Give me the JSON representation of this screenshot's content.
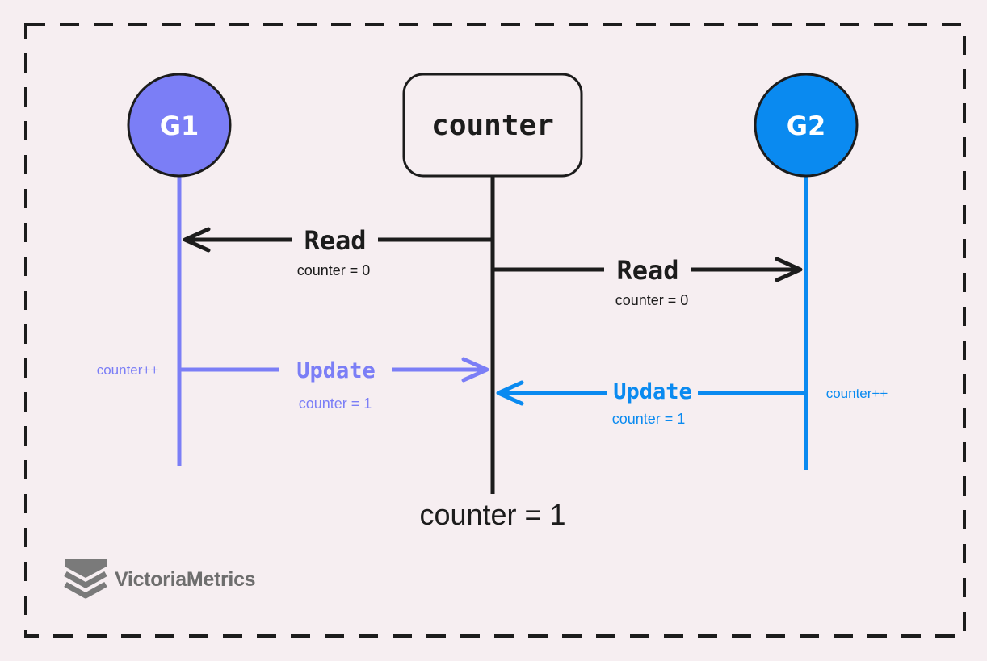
{
  "nodes": {
    "g1": {
      "label": "G1",
      "color": "#7b7ef6"
    },
    "counter": {
      "label": "counter"
    },
    "g2": {
      "label": "G2",
      "color": "#0a8af0"
    }
  },
  "messages": {
    "read_g1": {
      "label": "Read",
      "note": "counter = 0"
    },
    "read_g2": {
      "label": "Read",
      "note": "counter = 0"
    },
    "update_g1": {
      "label": "Update",
      "note": "counter = 1",
      "action": "counter++"
    },
    "update_g2": {
      "label": "Update",
      "note": "counter = 1",
      "action": "counter++"
    }
  },
  "result": "counter = 1",
  "logo": {
    "text": "VictoriaMetrics"
  },
  "colors": {
    "background": "#f6eef1",
    "ink": "#1c1c1c",
    "g1": "#7b7ef6",
    "g2": "#0a8af0",
    "logo": "#6e6e6e"
  }
}
